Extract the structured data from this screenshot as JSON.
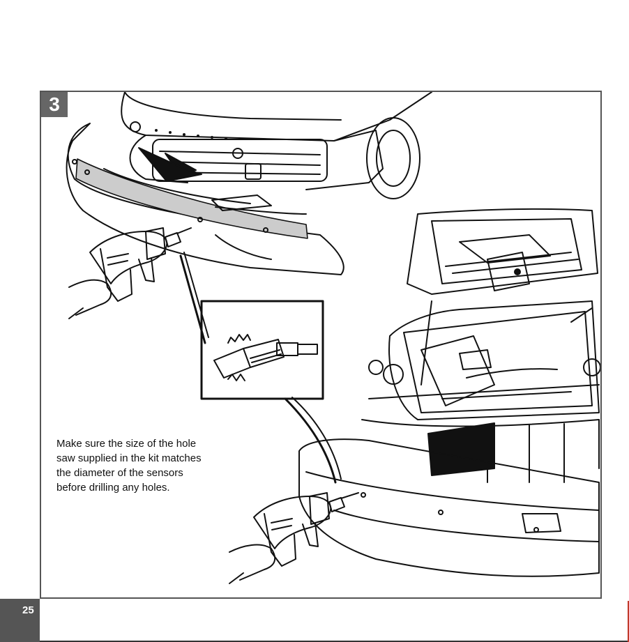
{
  "step": {
    "number": "3"
  },
  "instruction": {
    "lines": [
      "Make sure the size of the hole",
      "saw supplied in the kit matches",
      "the diameter of the sensors",
      "before drilling any holes."
    ]
  },
  "footer": {
    "page_number": "25"
  },
  "colors": {
    "badge": "#666666",
    "tab": "#555555",
    "accent_mark": "#c0392b"
  },
  "icons": [
    "drill-icon",
    "hole-saw-icon",
    "hand-icon",
    "arrow-icon"
  ]
}
